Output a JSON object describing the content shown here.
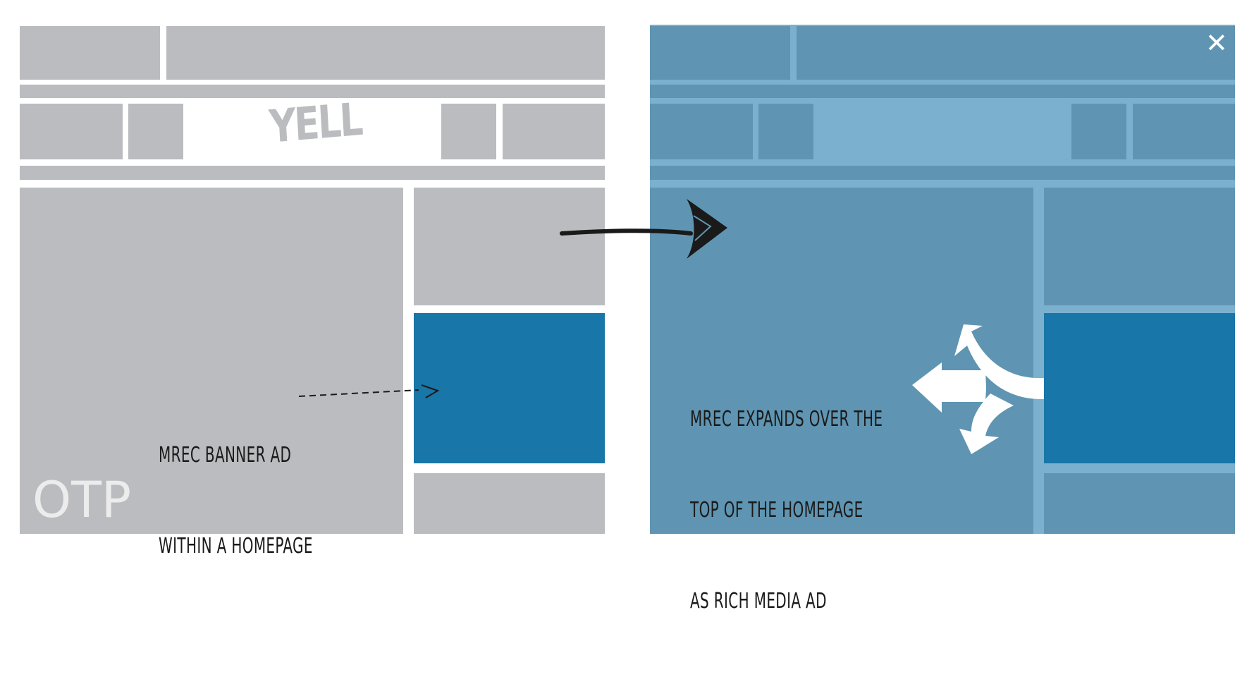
{
  "logo": {
    "text": "YELL"
  },
  "watermark": "OTP",
  "close_icon": {
    "glyph": "✕"
  },
  "annotations": {
    "left_label": [
      "MREC BANNER AD",
      "WITHIN A HOMEPAGE"
    ],
    "right_label": [
      "MREC EXPANDS OVER THE",
      "TOP OF THE HOMEPAGE",
      "AS RICH MEDIA AD"
    ]
  },
  "colors": {
    "wireframe_grey": "#bbbcc0",
    "expanded_blue": "#5f95b2",
    "expanded_light_blue": "#7cb0cf",
    "mrec_blue": "#1876a8"
  }
}
